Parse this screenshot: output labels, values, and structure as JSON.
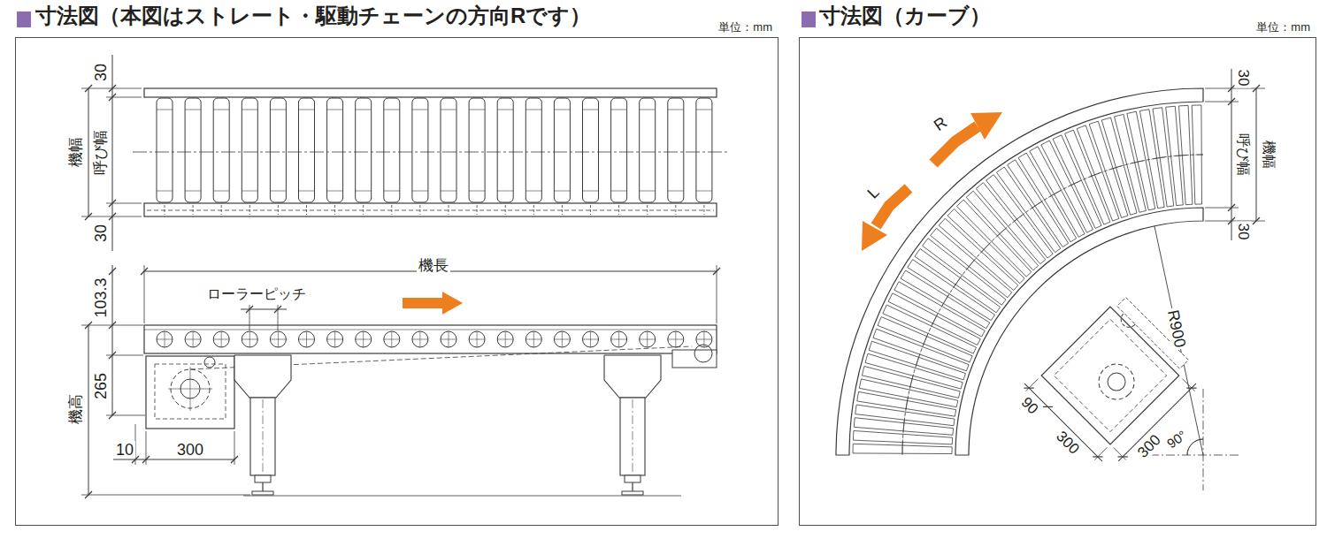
{
  "diagram": {
    "nodes": [
      {
        "text": [
          "寸法図（本図はストレート・駆動チェーンの方向Rです）",
          "単位：mm"
        ]
      },
      {
        "text": [
          "寸法図（カーブ）",
          "単位：mm"
        ]
      }
    ],
    "labels": [
      "30",
      "30",
      "機幅",
      "呼び幅",
      "機長",
      "ローラーピッチ",
      "103.3",
      "265",
      "機高",
      "10",
      "300",
      "R",
      "L",
      "30",
      "呼び幅",
      "機幅",
      "30",
      "R900",
      "90",
      "300",
      "300",
      "90°"
    ]
  }
}
